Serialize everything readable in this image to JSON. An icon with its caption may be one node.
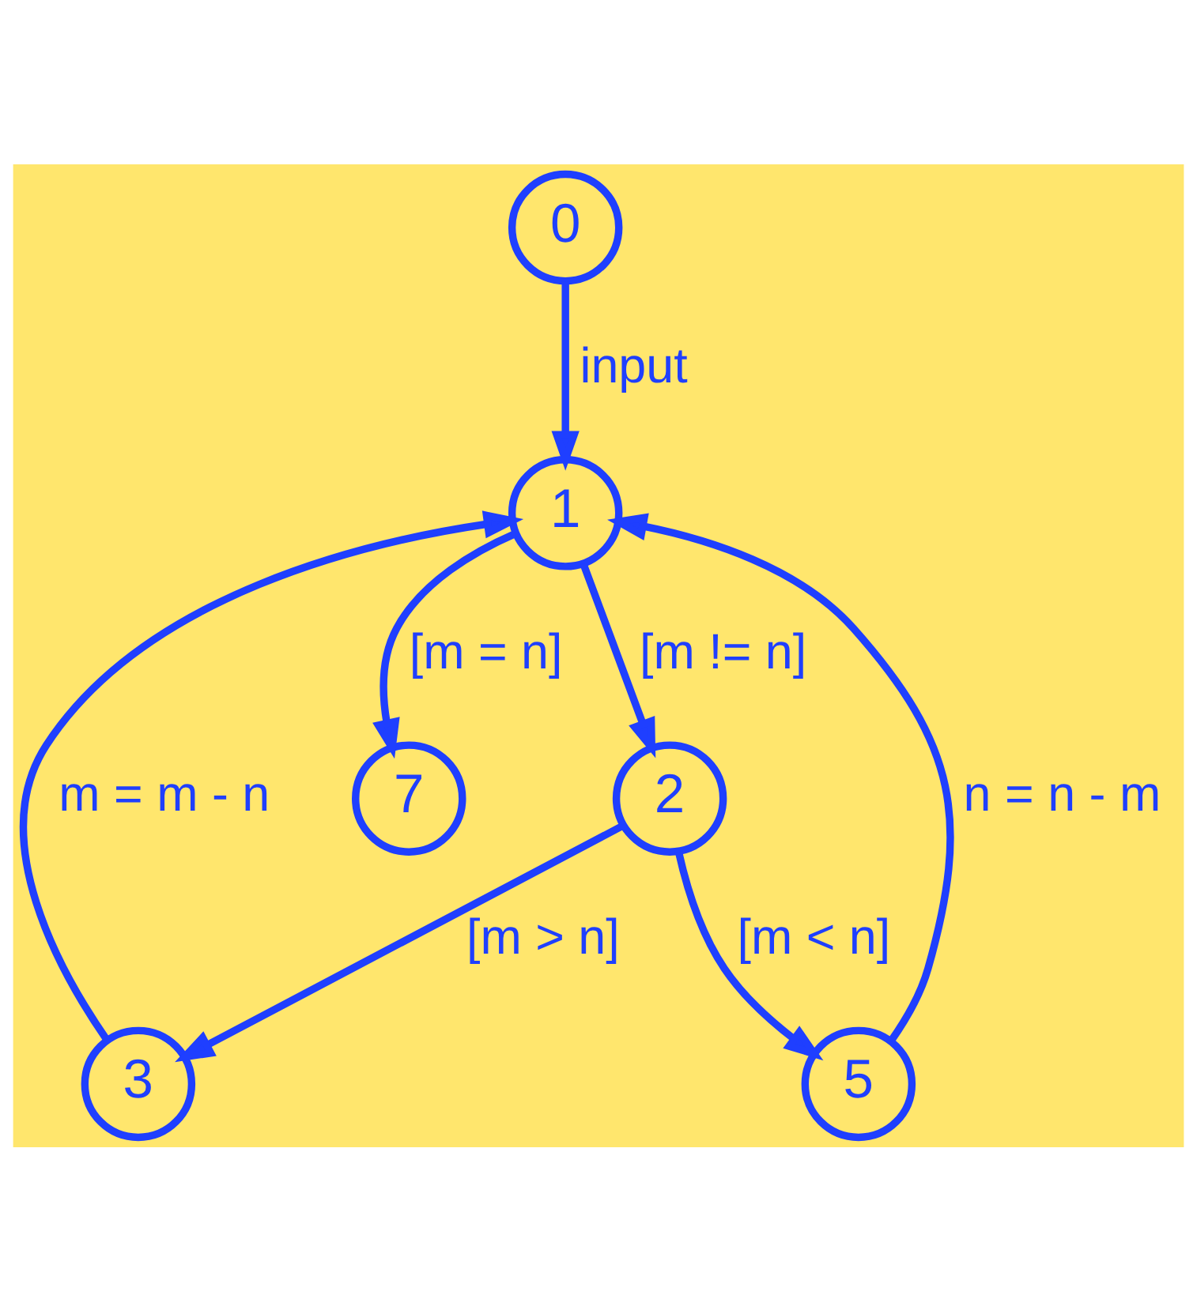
{
  "diagram": {
    "nodes": [
      {
        "text": [
          "0"
        ]
      },
      {
        "text": [
          "1"
        ]
      },
      {
        "text": [
          "2"
        ]
      },
      {
        "text": [
          "3"
        ]
      },
      {
        "text": [
          "5"
        ]
      },
      {
        "text": [
          "7"
        ]
      }
    ],
    "edges": [
      {
        "from": 0,
        "to": 1,
        "arrow": "to",
        "label": "input"
      },
      {
        "from": 1,
        "to": 2,
        "arrow": "to",
        "label": "[m != n]"
      },
      {
        "from": 2,
        "to": 3,
        "arrow": "to",
        "label": "[m > n]"
      },
      {
        "from": 3,
        "to": 1,
        "arrow": "to",
        "label": "m = m - n"
      },
      {
        "from": 2,
        "to": 4,
        "arrow": "to",
        "label": "[m < n]"
      },
      {
        "from": 4,
        "to": 1,
        "arrow": "to",
        "label": "n = n - m"
      },
      {
        "from": 1,
        "to": 5,
        "arrow": "to",
        "label": "[m = n]"
      }
    ]
  }
}
